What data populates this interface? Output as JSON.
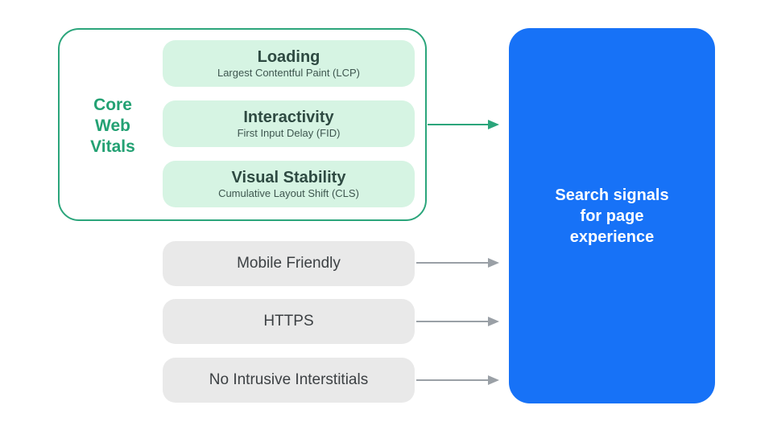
{
  "diagram": {
    "core_web_vitals": {
      "label": "Core\nWeb\nVitals",
      "metrics": [
        {
          "title": "Loading",
          "subtitle": "Largest Contentful Paint (LCP)"
        },
        {
          "title": "Interactivity",
          "subtitle": "First Input Delay (FID)"
        },
        {
          "title": "Visual Stability",
          "subtitle": "Cumulative Layout Shift (CLS)"
        }
      ]
    },
    "other_signals": [
      "Mobile Friendly",
      "HTTPS",
      "No Intrusive Interstitials"
    ],
    "result_label": "Search signals\nfor page\nexperience",
    "colors": {
      "accent_green": "#2BA57B",
      "green_label_text": "#23A173",
      "mint_fill": "#D6F4E3",
      "metric_title_text": "#2E4A42",
      "metric_subtitle_text": "#3E564F",
      "gray_fill": "#E9E9E9",
      "gray_text": "#3C4043",
      "arrow_gray": "#9AA0A6",
      "result_fill": "#1772F7",
      "result_text": "#FFFFFF",
      "background": "#FFFFFF"
    }
  }
}
